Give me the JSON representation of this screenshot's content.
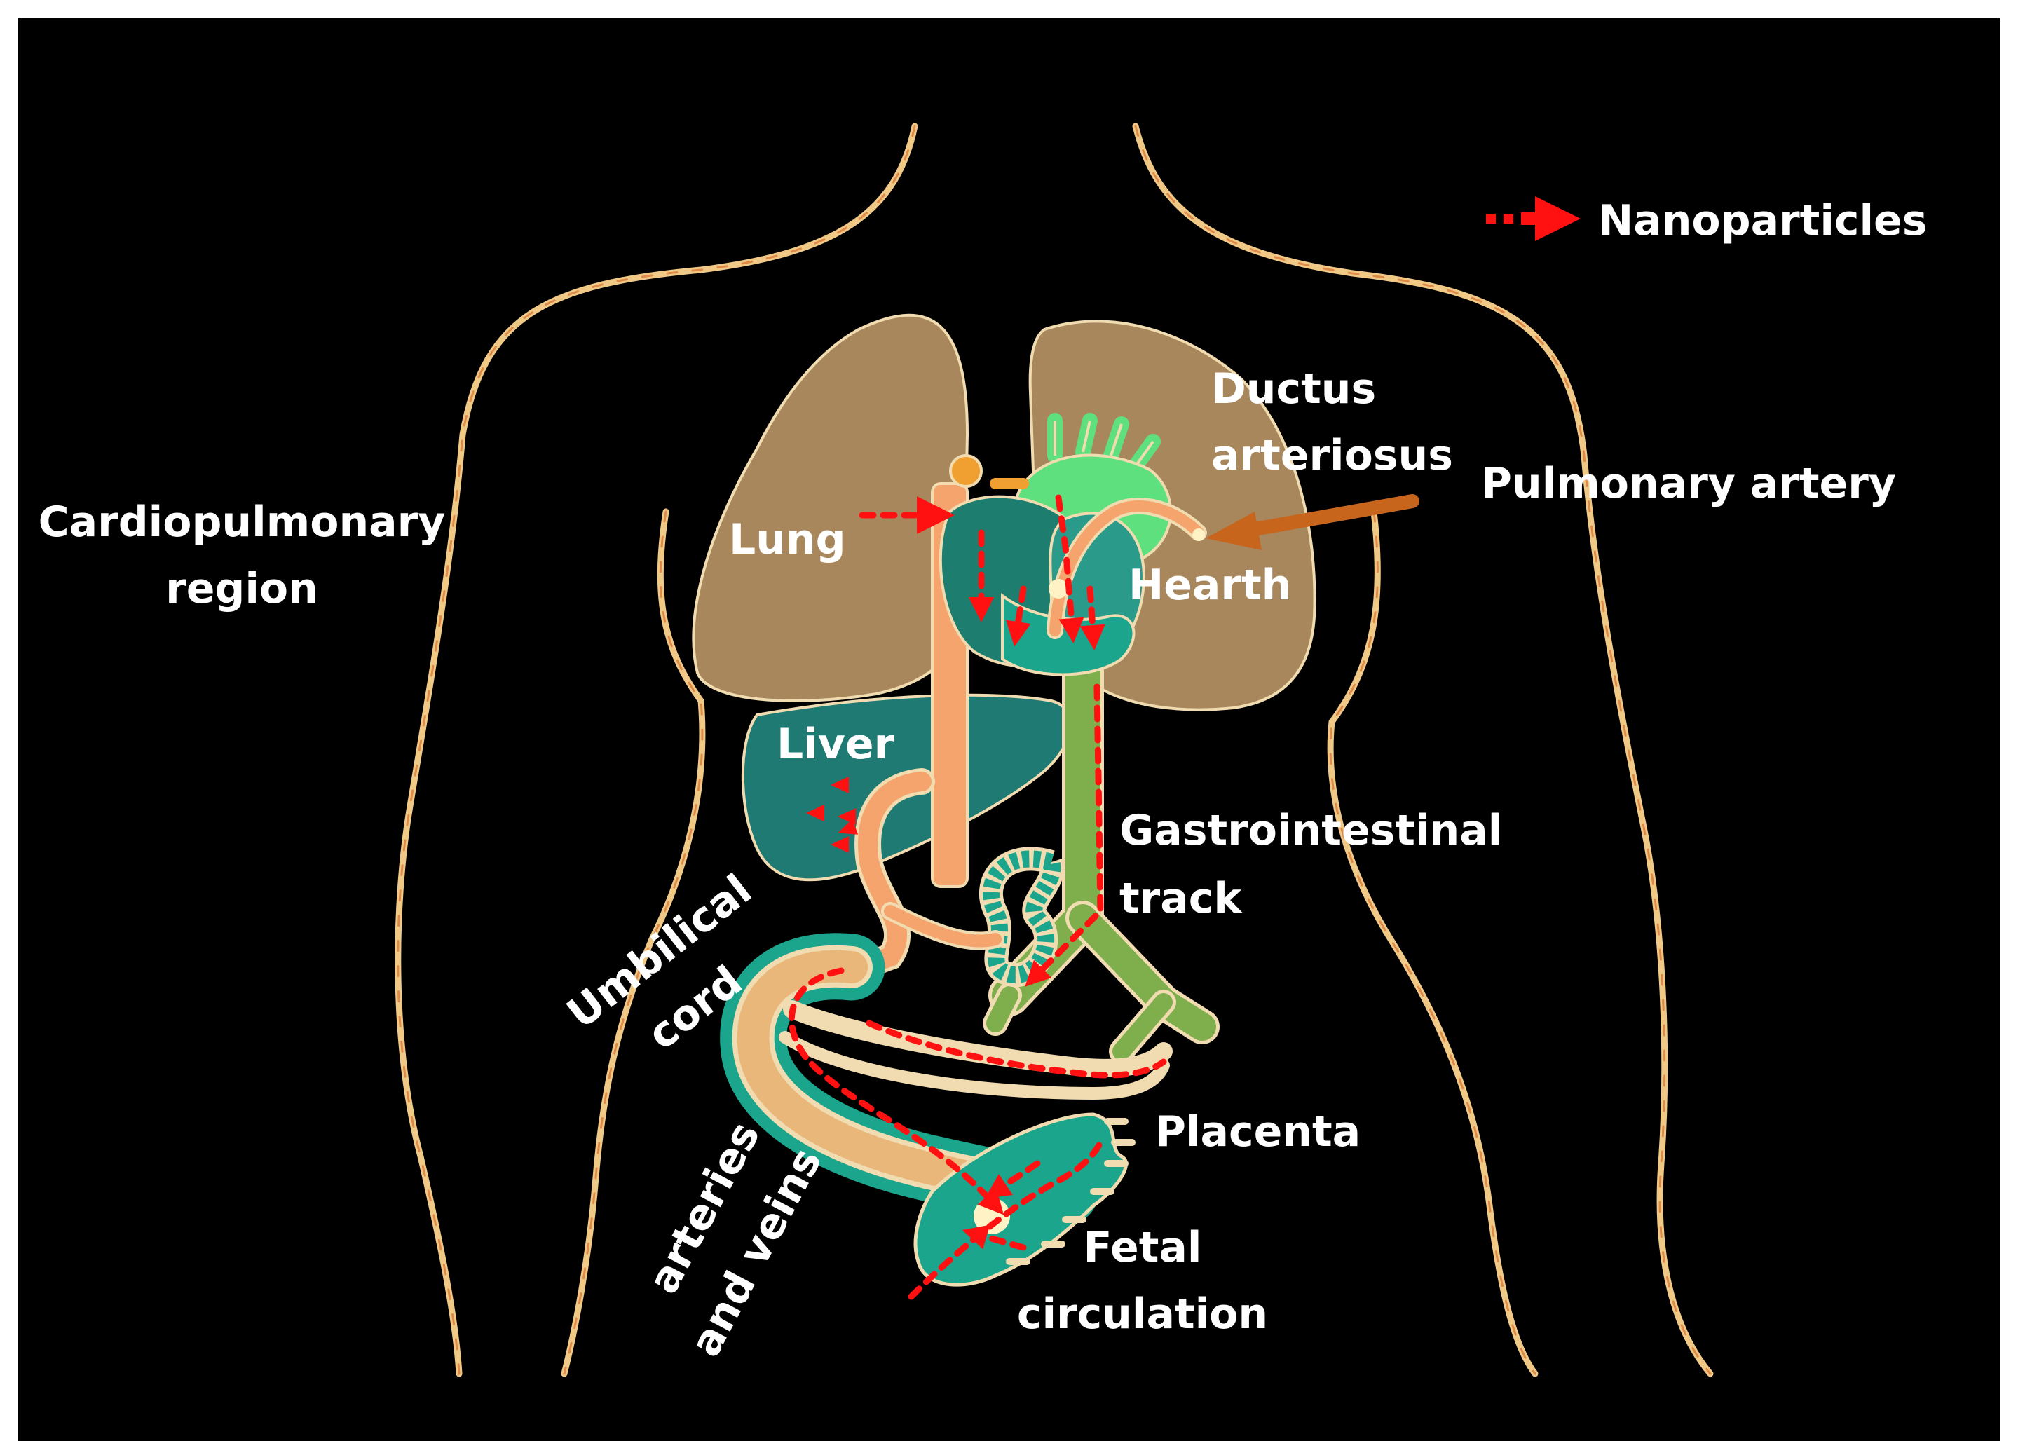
{
  "labels": {
    "legend": "Nanoparticles",
    "cardiopulmonary_line1": "Cardiopulmonary",
    "cardiopulmonary_line2": "region",
    "lung": "Lung",
    "ductus_line1": "Ductus",
    "ductus_line2": "arteriosus",
    "pulmonary_artery": "Pulmonary artery",
    "hearth": "Hearth",
    "liver": "Liver",
    "gastro_line1": "Gastrointestinal",
    "gastro_line2": "track",
    "umbilical_line1": "Umbilical",
    "umbilical_line2": "cord",
    "placenta": "Placenta",
    "arteries_line1": "arteries",
    "arteries_line2": "and  veins",
    "fetal_line1": "Fetal",
    "fetal_line2": "circulation"
  },
  "colors": {
    "background": "#000000",
    "frame": "#ffffff",
    "body_outline": "#f0c987",
    "lung": "#a8875c",
    "liver": "#1f7a74",
    "heart_dark": "#1d7d6e",
    "heart_light": "#5fe07f",
    "vessel": "#f4a46c",
    "gi_tract": "#7fae4d",
    "cord_teal": "#1aa58c",
    "nanoparticle": "#ff1111",
    "pulmonary_arrow": "#c8651d"
  },
  "icons": {
    "legend_arrow": "red-dashed-arrow-icon",
    "pulmonary_pointer": "orange-arrow-icon"
  }
}
